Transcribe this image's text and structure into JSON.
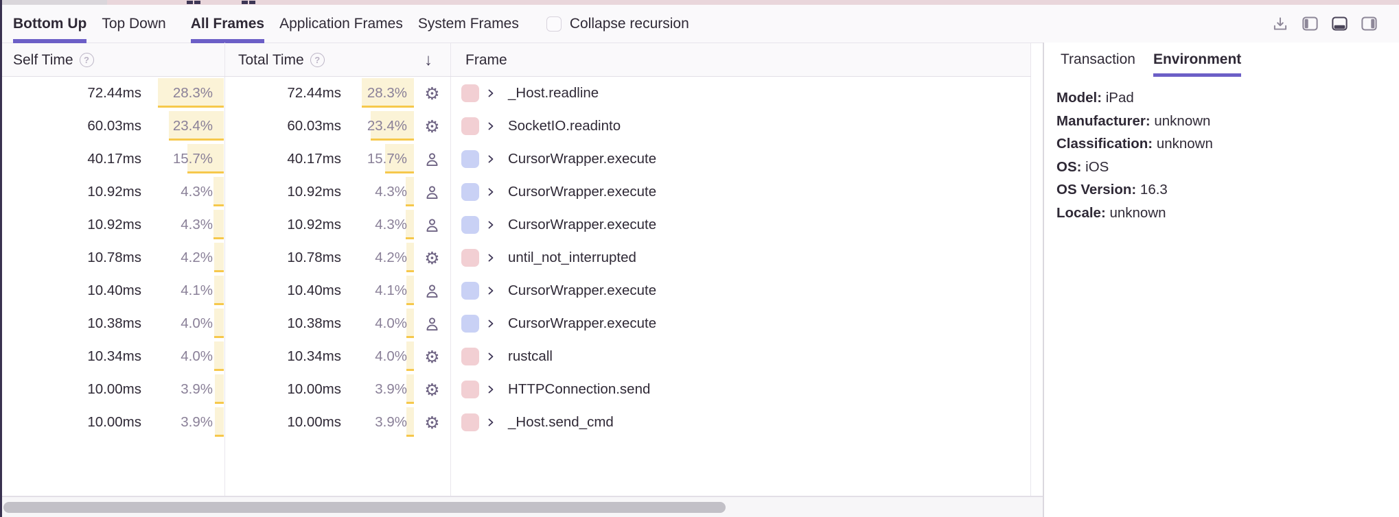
{
  "toolbar": {
    "view_tabs": [
      {
        "label": "Bottom Up",
        "active": true
      },
      {
        "label": "Top Down",
        "active": false
      }
    ],
    "frame_filter_tabs": [
      {
        "label": "All Frames",
        "active": true
      },
      {
        "label": "Application Frames",
        "active": false
      },
      {
        "label": "System Frames",
        "active": false
      }
    ],
    "collapse_recursion": {
      "label": "Collapse recursion",
      "checked": false
    },
    "icons": [
      "download-icon",
      "layout-left-panel-icon",
      "layout-bottom-panel-icon",
      "layout-right-panel-icon"
    ]
  },
  "table": {
    "headers": {
      "self": "Self Time",
      "total": "Total Time",
      "frame": "Frame"
    },
    "sort_arrow": "↓",
    "help_glyph": "?",
    "rows": [
      {
        "self_ms": "72.44ms",
        "self_pct": "28.3%",
        "self_pct_value": 28.3,
        "total_ms": "72.44ms",
        "total_pct": "28.3%",
        "total_pct_value": 28.3,
        "icon": "gear-icon",
        "frame": "_Host.readline",
        "category": "system"
      },
      {
        "self_ms": "60.03ms",
        "self_pct": "23.4%",
        "self_pct_value": 23.4,
        "total_ms": "60.03ms",
        "total_pct": "23.4%",
        "total_pct_value": 23.4,
        "icon": "gear-icon",
        "frame": "SocketIO.readinto",
        "category": "system"
      },
      {
        "self_ms": "40.17ms",
        "self_pct": "15.7%",
        "self_pct_value": 15.7,
        "total_ms": "40.17ms",
        "total_pct": "15.7%",
        "total_pct_value": 15.7,
        "icon": "user-icon",
        "frame": "CursorWrapper.execute",
        "category": "application"
      },
      {
        "self_ms": "10.92ms",
        "self_pct": "4.3%",
        "self_pct_value": 4.3,
        "total_ms": "10.92ms",
        "total_pct": "4.3%",
        "total_pct_value": 4.3,
        "icon": "user-icon",
        "frame": "CursorWrapper.execute",
        "category": "application"
      },
      {
        "self_ms": "10.92ms",
        "self_pct": "4.3%",
        "self_pct_value": 4.3,
        "total_ms": "10.92ms",
        "total_pct": "4.3%",
        "total_pct_value": 4.3,
        "icon": "user-icon",
        "frame": "CursorWrapper.execute",
        "category": "application"
      },
      {
        "self_ms": "10.78ms",
        "self_pct": "4.2%",
        "self_pct_value": 4.2,
        "total_ms": "10.78ms",
        "total_pct": "4.2%",
        "total_pct_value": 4.2,
        "icon": "gear-icon",
        "frame": "until_not_interrupted",
        "category": "system"
      },
      {
        "self_ms": "10.40ms",
        "self_pct": "4.1%",
        "self_pct_value": 4.1,
        "total_ms": "10.40ms",
        "total_pct": "4.1%",
        "total_pct_value": 4.1,
        "icon": "user-icon",
        "frame": "CursorWrapper.execute",
        "category": "application"
      },
      {
        "self_ms": "10.38ms",
        "self_pct": "4.0%",
        "self_pct_value": 4.0,
        "total_ms": "10.38ms",
        "total_pct": "4.0%",
        "total_pct_value": 4.0,
        "icon": "user-icon",
        "frame": "CursorWrapper.execute",
        "category": "application"
      },
      {
        "self_ms": "10.34ms",
        "self_pct": "4.0%",
        "self_pct_value": 4.0,
        "total_ms": "10.34ms",
        "total_pct": "4.0%",
        "total_pct_value": 4.0,
        "icon": "gear-icon",
        "frame": "rustcall",
        "category": "system"
      },
      {
        "self_ms": "10.00ms",
        "self_pct": "3.9%",
        "self_pct_value": 3.9,
        "total_ms": "10.00ms",
        "total_pct": "3.9%",
        "total_pct_value": 3.9,
        "icon": "gear-icon",
        "frame": "HTTPConnection.send",
        "category": "system"
      },
      {
        "self_ms": "10.00ms",
        "self_pct": "3.9%",
        "self_pct_value": 3.9,
        "total_ms": "10.00ms",
        "total_pct": "3.9%",
        "total_pct_value": 3.9,
        "icon": "gear-icon",
        "frame": "_Host.send_cmd",
        "category": "system"
      }
    ]
  },
  "panel": {
    "tabs": [
      {
        "label": "Transaction",
        "active": false
      },
      {
        "label": "Environment",
        "active": true
      }
    ],
    "fields": [
      {
        "label": "Model:",
        "value": "iPad"
      },
      {
        "label": "Manufacturer:",
        "value": "unknown"
      },
      {
        "label": "Classification:",
        "value": "unknown"
      },
      {
        "label": "OS:",
        "value": "iOS"
      },
      {
        "label": "OS Version:",
        "value": "16.3"
      },
      {
        "label": "Locale:",
        "value": "unknown"
      }
    ]
  },
  "colors": {
    "accent_purple": "#6c5fc7",
    "system_frame": "#f2cfd3",
    "application_frame": "#c9d1f5",
    "pct_bar_bg": "#fbf3d7",
    "pct_bar_border": "#f6c84c",
    "minimap_pink": "#e9d6db"
  }
}
